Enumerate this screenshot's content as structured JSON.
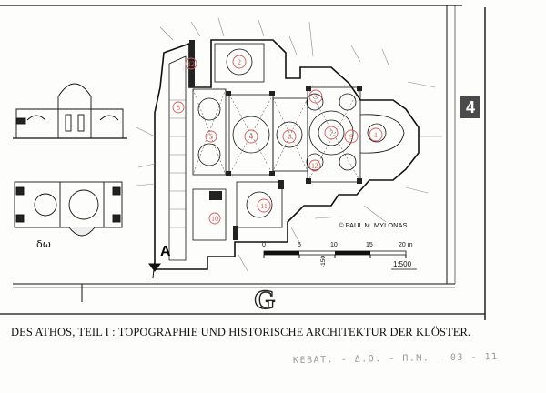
{
  "caption": {
    "text": "DES ATHOS, TEIL I : TOPOGRAPHIE UND HISTORISCHE ARCHITEKTUR DER KLÖSTER."
  },
  "handwritten_note": "ΚΕΒΑΤ. - Δ.Ο. - Π.Μ. - 03 - 11",
  "page_number": "4",
  "section_letter": "A",
  "grid_letter": "G",
  "credit": "© PAUL M. MYLONAS",
  "scale": {
    "ticks": [
      "0",
      "5",
      "10",
      "15",
      "20 m"
    ],
    "ratio": "1:500"
  },
  "level_mark": "-150",
  "symbol": "δω",
  "plan_numbers": [
    "2",
    "3",
    "1",
    "8",
    "5",
    "4",
    "6",
    "7",
    "9",
    "10",
    "11",
    "12",
    "13"
  ],
  "colors": {
    "ink": "#1a1a1a",
    "red_annotation": "#d45b5b",
    "pencil": "#8a8a8a"
  }
}
